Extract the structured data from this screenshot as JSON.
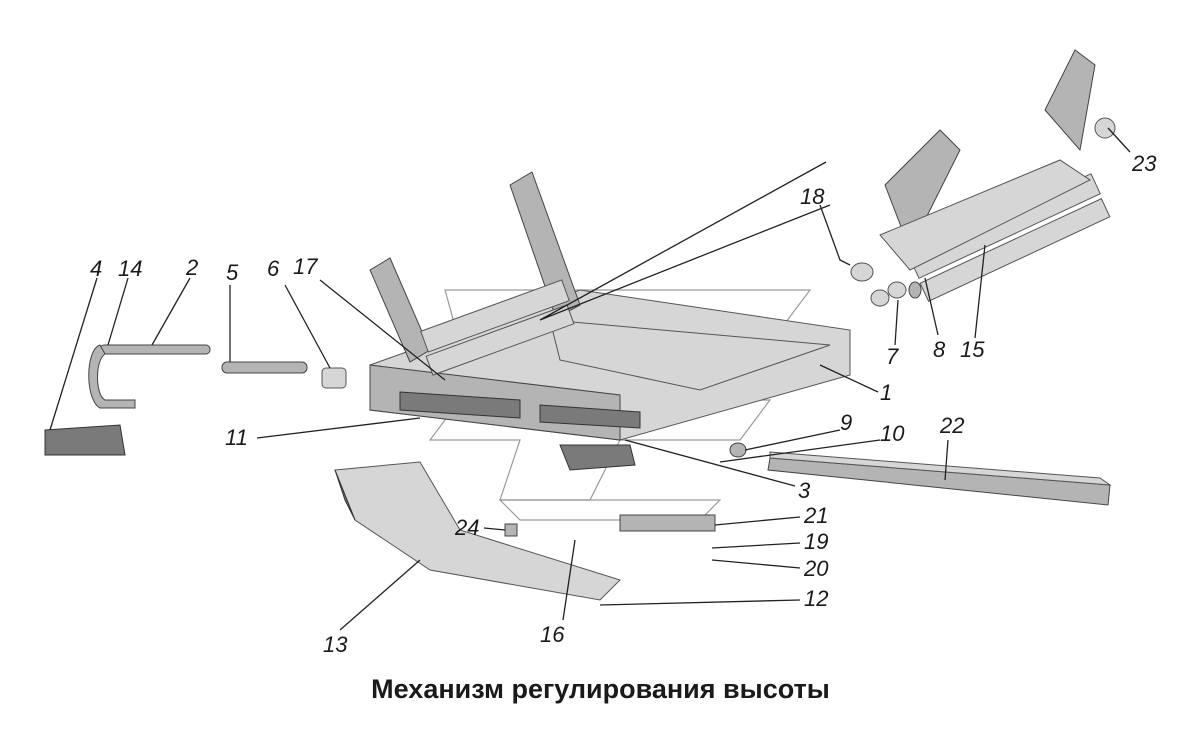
{
  "caption": "Механизм регулирования высоты",
  "callouts": [
    "1",
    "2",
    "3",
    "4",
    "5",
    "6",
    "7",
    "8",
    "9",
    "10",
    "11",
    "12",
    "13",
    "14",
    "15",
    "16",
    "17",
    "18",
    "19",
    "20",
    "21",
    "22",
    "23",
    "24"
  ],
  "colors": {
    "ink": "#1a1a1a",
    "part_light": "#d6d6d6",
    "part_dark": "#7a7a7a"
  }
}
